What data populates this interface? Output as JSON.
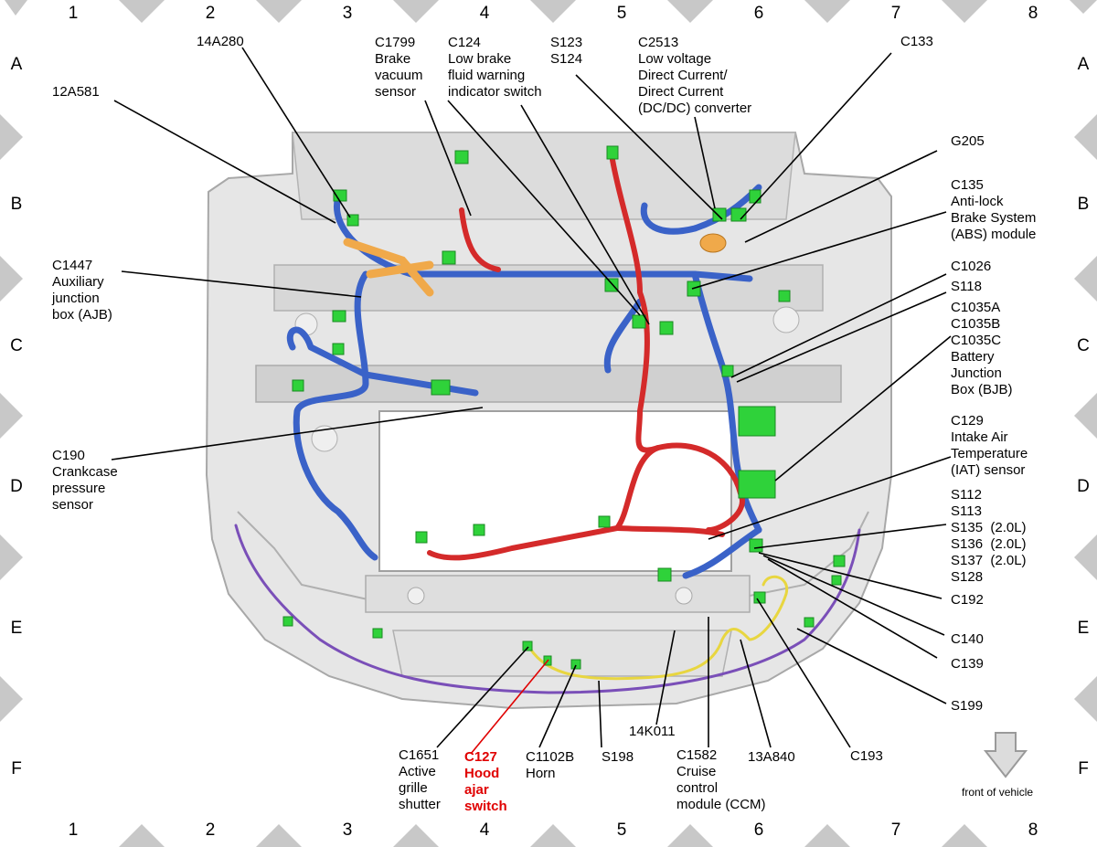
{
  "grid": {
    "columns": [
      "1",
      "2",
      "3",
      "4",
      "5",
      "6",
      "7",
      "8"
    ],
    "rows": [
      "A",
      "B",
      "C",
      "D",
      "E",
      "F"
    ]
  },
  "labels": {
    "l_14A280": "14A280",
    "l_12A581": "12A581",
    "l_C1799": "C1799\nBrake\nvacuum\nsensor",
    "l_C124": "C124\nLow brake\nfluid warning\nindicator switch",
    "l_S123": "S123\nS124",
    "l_C2513": "C2513\nLow voltage\nDirect Current/\nDirect Current\n(DC/DC) converter",
    "l_C133": "C133",
    "l_G205": "G205",
    "l_C135": "C135\nAnti-lock\nBrake System\n(ABS) module",
    "l_C1447": "C1447\nAuxiliary\njunction\nbox (AJB)",
    "l_C1026": "C1026",
    "l_S118": "S118",
    "l_C1035": "C1035A\nC1035B\nC1035C\nBattery\nJunction\nBox (BJB)",
    "l_C129": "C129\nIntake Air\nTemperature\n(IAT) sensor",
    "l_C190": "C190\nCrankcase\npressure\nsensor",
    "l_S112": "S112\nS113\nS135  (2.0L)\nS136  (2.0L)\nS137  (2.0L)\nS128",
    "l_C192": "C192",
    "l_C140": "C140",
    "l_C139": "C139",
    "l_S199": "S199",
    "l_C193": "C193",
    "l_13A840": "13A840",
    "l_C1582": "C1582\nCruise\ncontrol\nmodule (CCM)",
    "l_14K011": "14K011",
    "l_S198": "S198",
    "l_C1102B": "C1102B\nHorn",
    "l_C127": "C127\nHood\najar\nswitch",
    "l_C1651": "C1651\nActive\ngrille\nshutter"
  },
  "front_of_vehicle": "front of vehicle",
  "colors": {
    "harness_blue": "#3a62c8",
    "harness_red": "#d42a2a",
    "harness_purple": "#7a4fb8",
    "harness_yellow": "#e8d640",
    "connector_green": "#2fd23a",
    "highlight_text": "#e00000"
  }
}
